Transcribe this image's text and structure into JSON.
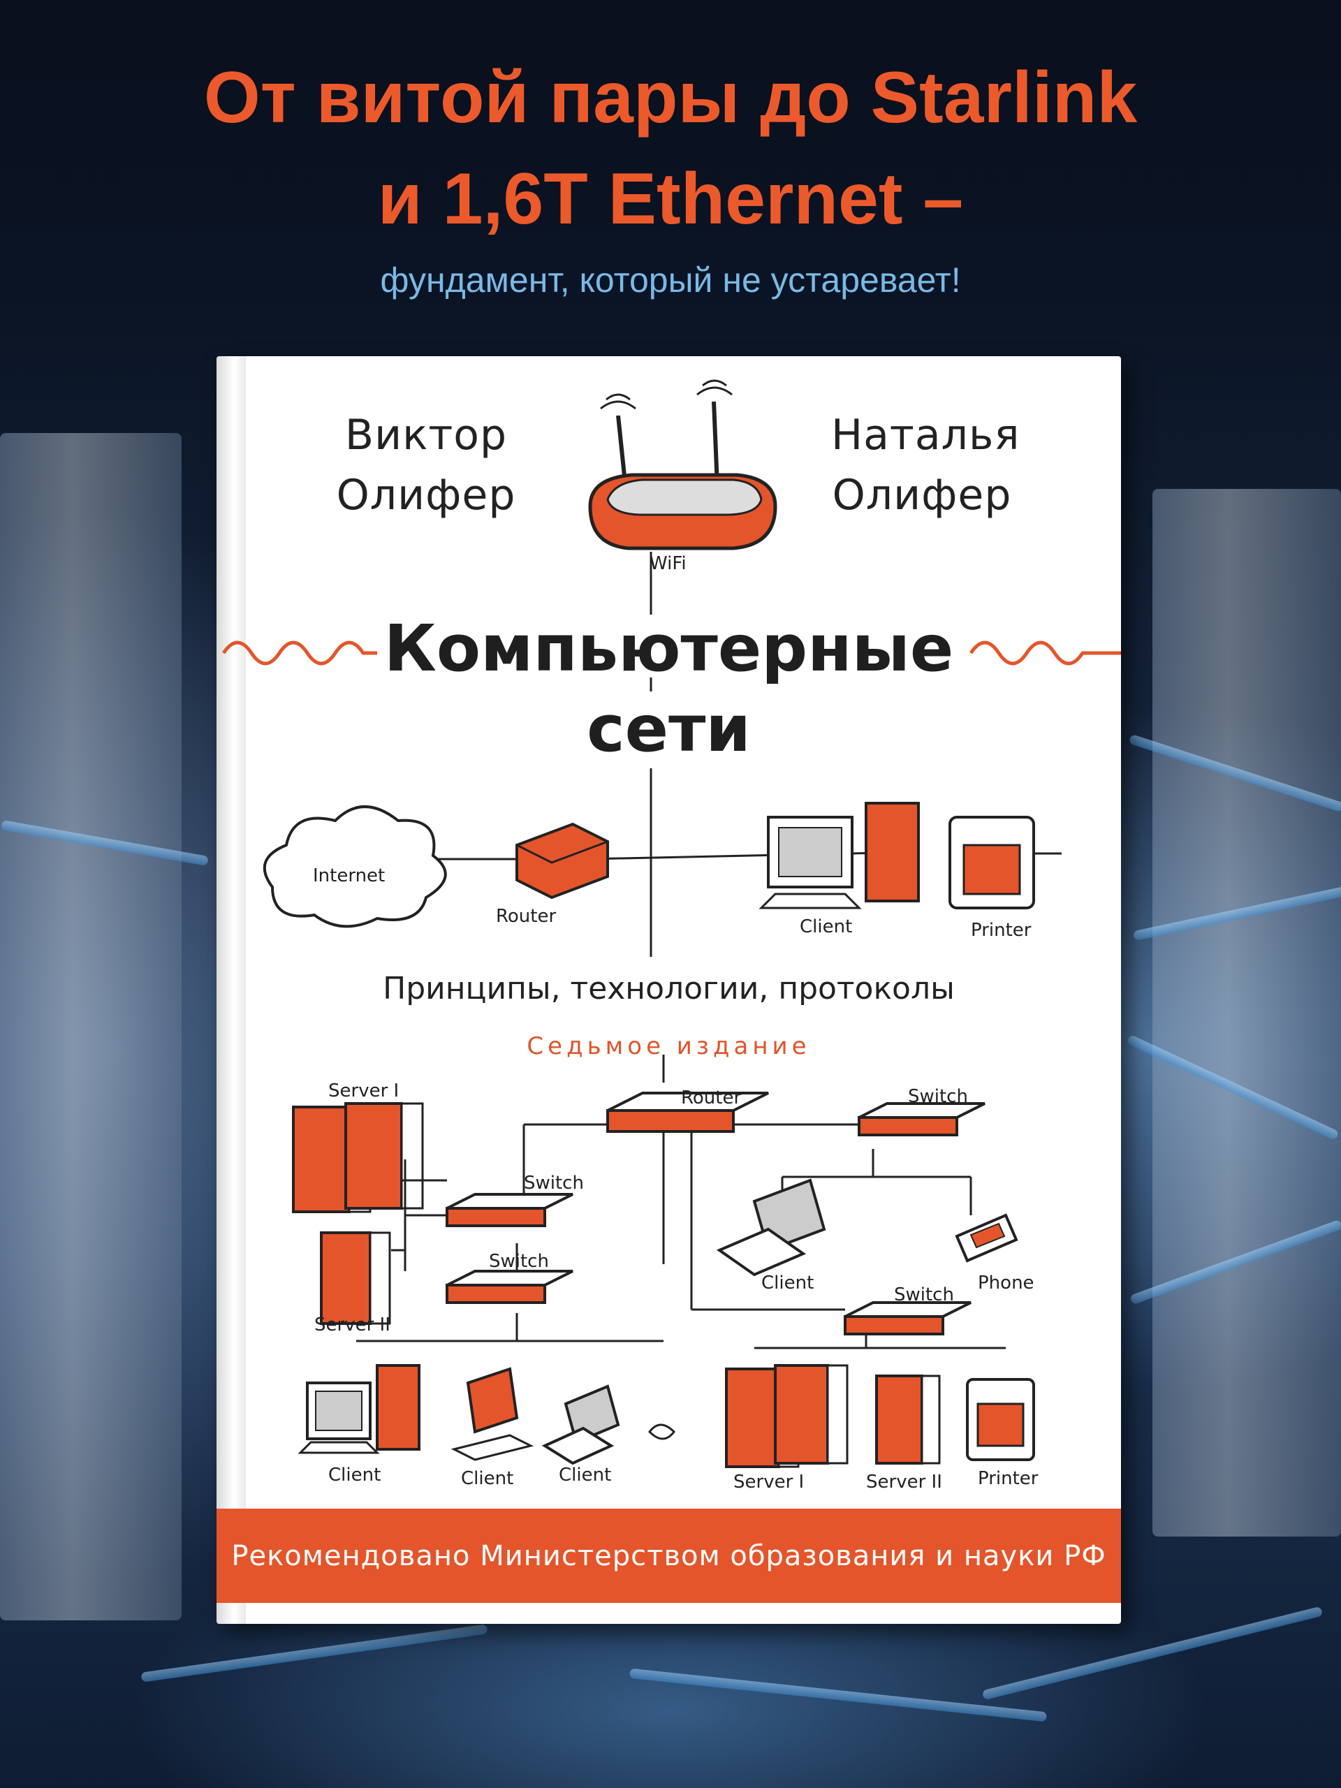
{
  "promo": {
    "headline_line1": "От витой пары до Starlink",
    "headline_line2": "и 1,6T Ethernet –",
    "tagline": "фундамент, который не устаревает!"
  },
  "book": {
    "author_left_line1": "Виктор",
    "author_left_line2": "Олифер",
    "author_right_line1": "Наталья",
    "author_right_line2": "Олифер",
    "title_line1": "Компьютерные",
    "title_line2": "сети",
    "subtitle": "Принципы, технологии, протоколы",
    "edition": "Седьмое издание",
    "banner": "Рекомендовано Министерством образования и науки РФ"
  },
  "diagram_labels": {
    "wifi": "WiFi",
    "internet": "Internet",
    "router_top": "Router",
    "client_top": "Client",
    "printer_top": "Printer",
    "server1_left": "Server I",
    "server2_left": "Server II",
    "router_mid": "Router",
    "switch_right": "Switch",
    "switch_left1": "Switch",
    "switch_left2": "Switch",
    "switch_bottom": "Switch",
    "client_laptop": "Client",
    "phone": "Phone",
    "client_b1": "Client",
    "client_b2": "Client",
    "client_b3": "Client",
    "server1_bottom": "Server I",
    "server2_bottom": "Server II",
    "printer_bottom": "Printer"
  },
  "colors": {
    "accent": "#e4552b",
    "tagline": "#79b9e6"
  }
}
